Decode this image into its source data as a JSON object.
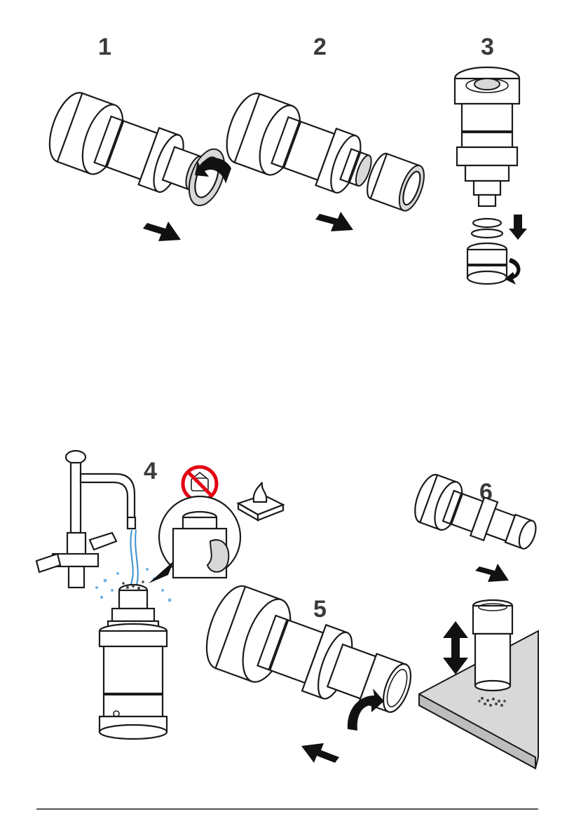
{
  "steps": [
    {
      "number": "1"
    },
    {
      "number": "2"
    },
    {
      "number": "3"
    },
    {
      "number": "4"
    },
    {
      "number": "5"
    },
    {
      "number": "6"
    }
  ],
  "colors": {
    "prohibition": "#e30613",
    "water": "#3a8fd0",
    "ink": "#1a1a1a",
    "surface": "#d8d8d8"
  },
  "icons": [
    "rotate-arrow-icon",
    "direction-arrow-icon",
    "no-cloth-icon",
    "tissue-box-icon",
    "water-faucet-icon"
  ]
}
